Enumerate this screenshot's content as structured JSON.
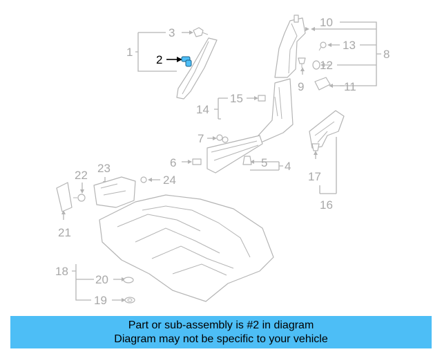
{
  "callouts": {
    "c1": "1",
    "c2": "2",
    "c3": "3",
    "c4": "4",
    "c5": "5",
    "c6": "6",
    "c7": "7",
    "c8": "8",
    "c9": "9",
    "c10": "10",
    "c11": "11",
    "c12": "12",
    "c13": "13",
    "c14": "14",
    "c15": "15",
    "c16": "16",
    "c17": "17",
    "c18": "18",
    "c19": "19",
    "c20": "20",
    "c21": "21",
    "c22": "22",
    "c23": "23",
    "c24": "24"
  },
  "highlight": {
    "callout": "2",
    "color": "#000000",
    "part_color": "#4dbef6"
  },
  "banner": {
    "line1": "Part or sub-assembly is #2 in diagram",
    "line2": "Diagram may not be specific to your vehicle",
    "background": "#4dbef6"
  }
}
